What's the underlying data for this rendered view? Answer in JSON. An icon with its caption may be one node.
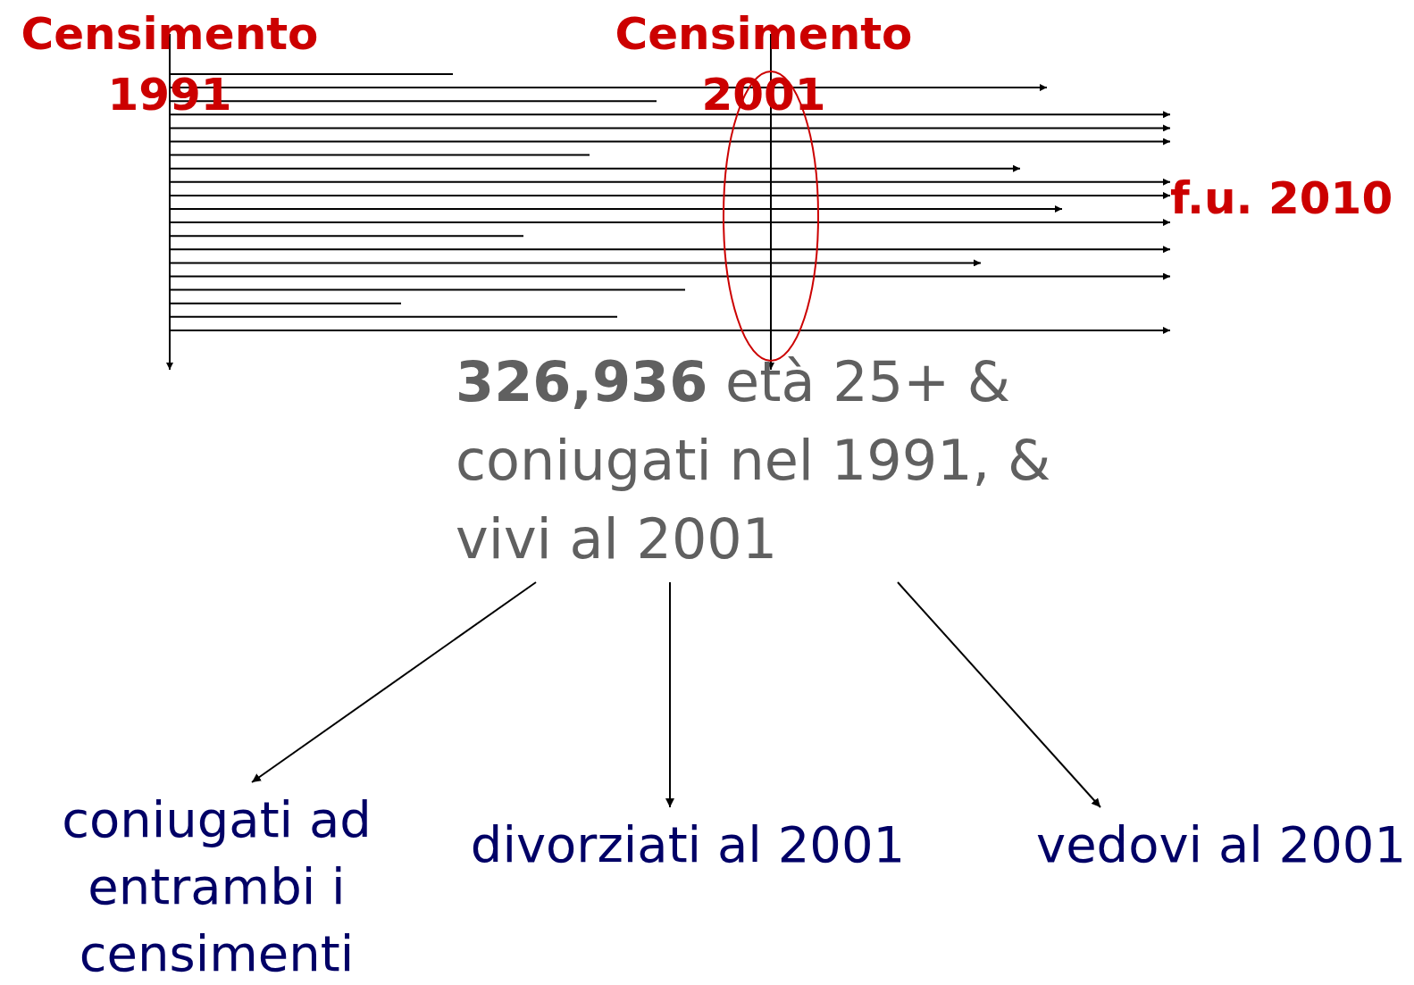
{
  "diagram": {
    "nodes": [
      {
        "text": [
          "**326,936** età 25+ & coniugati nel 1991, & vivi al 2001"
        ]
      },
      {
        "text": [
          "coniugati ad entrambi i censimenti"
        ]
      },
      {
        "text": [
          "divorziati al 2001"
        ]
      },
      {
        "text": [
          "vedovi al 2001"
        ]
      }
    ],
    "edges": [
      {
        "from": 0,
        "to": 1,
        "arrow": "to"
      },
      {
        "from": 0,
        "to": 2,
        "arrow": "to"
      },
      {
        "from": 0,
        "to": 3,
        "arrow": "to"
      }
    ],
    "labels": [
      "Censimento 1991",
      "Censimento 2001",
      "f.u. 2010"
    ]
  }
}
